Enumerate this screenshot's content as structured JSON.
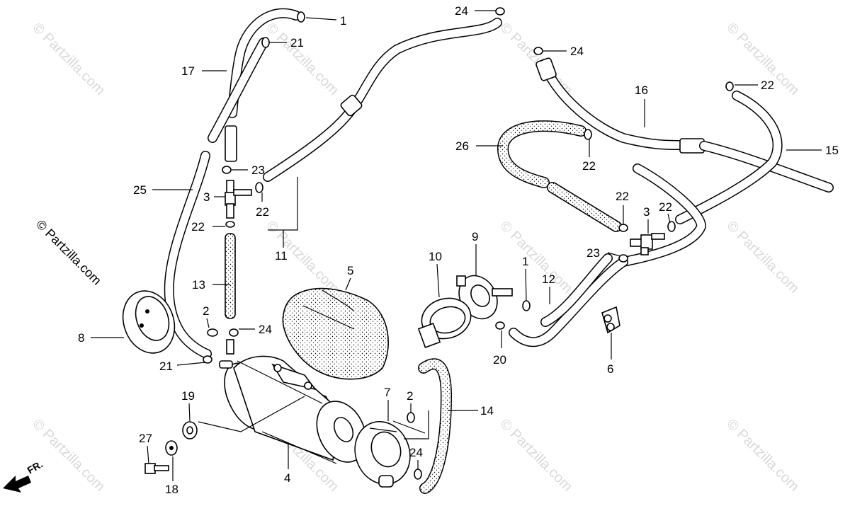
{
  "watermark": {
    "text": "© Partzilla.com",
    "side_text": "© Partzilla.com"
  },
  "front_indicator": {
    "text": "FR."
  },
  "callouts": [
    {
      "id": "c1a",
      "text": "1"
    },
    {
      "id": "c21a",
      "text": "21"
    },
    {
      "id": "c17",
      "text": "17"
    },
    {
      "id": "c24a",
      "text": "24"
    },
    {
      "id": "c24b",
      "text": "24"
    },
    {
      "id": "c16",
      "text": "16"
    },
    {
      "id": "c22a",
      "text": "22"
    },
    {
      "id": "c15",
      "text": "15"
    },
    {
      "id": "c26",
      "text": "26"
    },
    {
      "id": "c22b",
      "text": "22"
    },
    {
      "id": "c23a",
      "text": "23"
    },
    {
      "id": "c25",
      "text": "25"
    },
    {
      "id": "c3a",
      "text": "3"
    },
    {
      "id": "c22c",
      "text": "22"
    },
    {
      "id": "c22d",
      "text": "22"
    },
    {
      "id": "c11",
      "text": "11"
    },
    {
      "id": "c22e",
      "text": "22"
    },
    {
      "id": "c3b",
      "text": "3"
    },
    {
      "id": "c22f",
      "text": "22"
    },
    {
      "id": "c9",
      "text": "9"
    },
    {
      "id": "c10",
      "text": "10"
    },
    {
      "id": "c23b",
      "text": "23"
    },
    {
      "id": "c5",
      "text": "5"
    },
    {
      "id": "c13",
      "text": "13"
    },
    {
      "id": "c1b",
      "text": "1"
    },
    {
      "id": "c12",
      "text": "12"
    },
    {
      "id": "c2a",
      "text": "2"
    },
    {
      "id": "c24c",
      "text": "24"
    },
    {
      "id": "c8",
      "text": "8"
    },
    {
      "id": "c21b",
      "text": "21"
    },
    {
      "id": "c20",
      "text": "20"
    },
    {
      "id": "c6",
      "text": "6"
    },
    {
      "id": "c19",
      "text": "19"
    },
    {
      "id": "c7",
      "text": "7"
    },
    {
      "id": "c2b",
      "text": "2"
    },
    {
      "id": "c14",
      "text": "14"
    },
    {
      "id": "c27",
      "text": "27"
    },
    {
      "id": "c24d",
      "text": "24"
    },
    {
      "id": "c4",
      "text": "4"
    },
    {
      "id": "c18",
      "text": "18"
    }
  ]
}
